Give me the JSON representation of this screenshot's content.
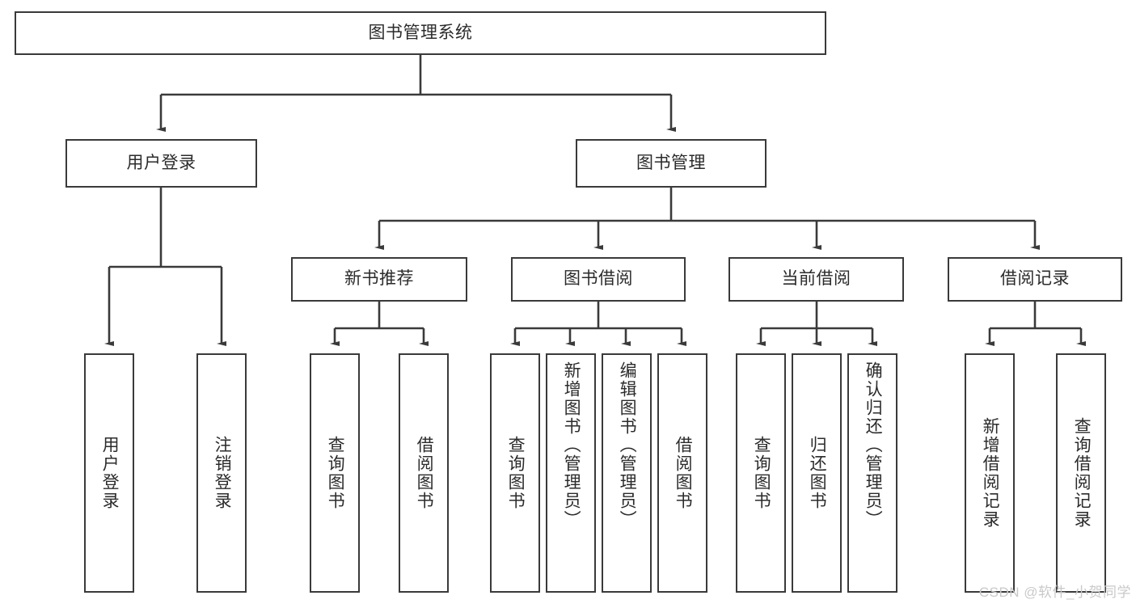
{
  "diagram": {
    "title": "图书管理系统",
    "type": "tree-hierarchy-diagram",
    "colors": {
      "box_border": "#3a3a3a",
      "box_fill": "#ffffff",
      "connector": "#3a3a3a",
      "text": "#2b2b2b",
      "watermark": "#c9c9c9"
    },
    "root": {
      "label": "图书管理系统"
    },
    "level2": [
      {
        "label": "用户登录"
      },
      {
        "label": "图书管理"
      }
    ],
    "level3": [
      {
        "label": "新书推荐"
      },
      {
        "label": "图书借阅"
      },
      {
        "label": "当前借阅"
      },
      {
        "label": "借阅记录"
      }
    ],
    "leaves": {
      "user_login": [
        {
          "label": "用户登录"
        },
        {
          "label": "注销登录"
        }
      ],
      "new_book_recommend": [
        {
          "label": "查询图书"
        },
        {
          "label": "借阅图书"
        }
      ],
      "book_borrow": [
        {
          "label": "查询图书"
        },
        {
          "label": "新增图书（管理员）"
        },
        {
          "label": "编辑图书（管理员）"
        },
        {
          "label": "借阅图书"
        }
      ],
      "current_borrow": [
        {
          "label": "查询图书"
        },
        {
          "label": "归还图书"
        },
        {
          "label": "确认归还（管理员）"
        }
      ],
      "borrow_record": [
        {
          "label": "新增借阅记录"
        },
        {
          "label": "查询借阅记录"
        }
      ]
    },
    "watermark": "CSDN @软件_小贺同学"
  }
}
